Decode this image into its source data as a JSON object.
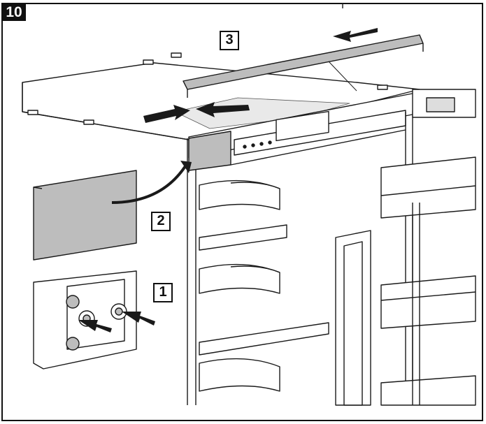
{
  "step_number": "10",
  "callouts": [
    "1",
    "2",
    "3"
  ],
  "colors": {
    "line": "#1a1a1a",
    "panel_fill": "#bdbdbd",
    "arrow": "#1a1a1a"
  }
}
